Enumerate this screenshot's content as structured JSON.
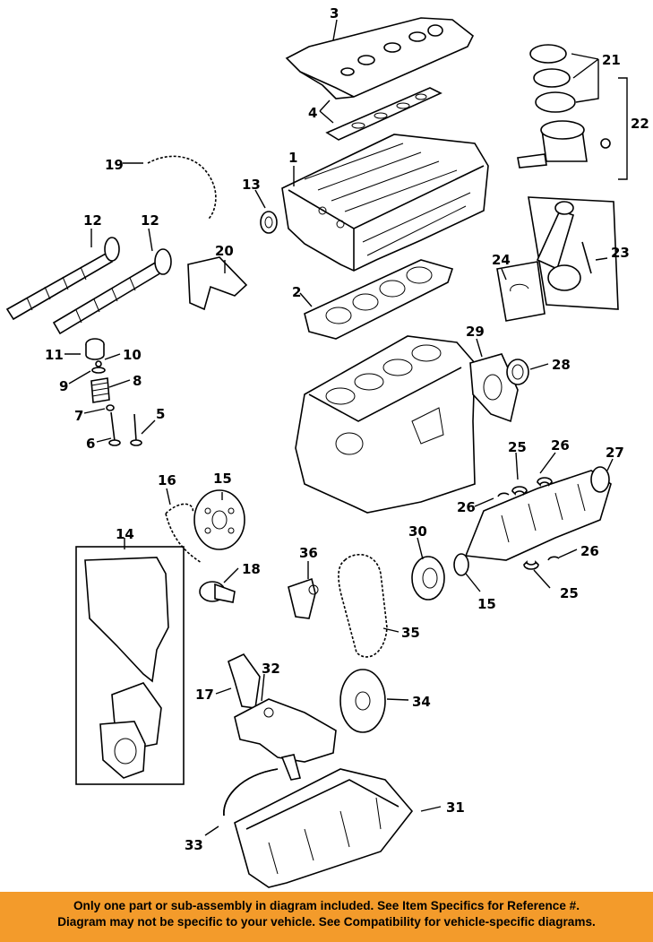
{
  "callouts": {
    "c1": "1",
    "c2": "2",
    "c3": "3",
    "c4": "4",
    "c5": "5",
    "c6": "6",
    "c7": "7",
    "c8": "8",
    "c9": "9",
    "c10": "10",
    "c11": "11",
    "c12a": "12",
    "c12b": "12",
    "c13": "13",
    "c14": "14",
    "c15a": "15",
    "c15b": "15",
    "c16": "16",
    "c17": "17",
    "c18": "18",
    "c19": "19",
    "c20": "20",
    "c21": "21",
    "c22": "22",
    "c23": "23",
    "c24": "24",
    "c25a": "25",
    "c25b": "25",
    "c26a": "26",
    "c26b": "26",
    "c26c": "26",
    "c27": "27",
    "c28": "28",
    "c29": "29",
    "c30": "30",
    "c31": "31",
    "c32": "32",
    "c33": "33",
    "c34": "34",
    "c35": "35",
    "c36": "36"
  },
  "footer": {
    "line1": "Only one part or sub-assembly in diagram included. See Item Specifics for Reference #.",
    "line2": "Diagram may not be specific to your vehicle. See Compatibility for vehicle-specific diagrams."
  },
  "colors": {
    "footer_bg": "#f39b2b",
    "line": "#000000",
    "background": "#ffffff"
  }
}
